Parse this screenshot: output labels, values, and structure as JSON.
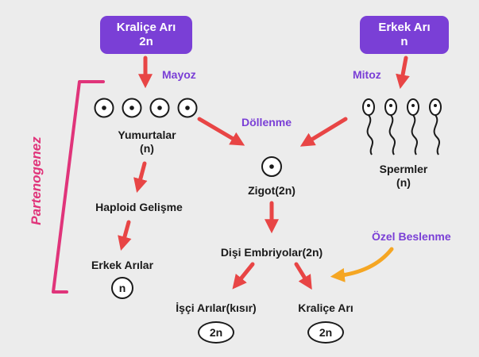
{
  "top_boxes": {
    "queen": {
      "title": "Kraliçe Arı",
      "ploidy": "2n"
    },
    "drone": {
      "title": "Erkek Arı",
      "ploidy": "n"
    }
  },
  "processes": {
    "meiosis": "Mayoz",
    "mitosis": "Mitoz",
    "fertilization": "Döllenme"
  },
  "nodes": {
    "eggs": {
      "label": "Yumurtalar",
      "ploidy": "(n)"
    },
    "sperm": {
      "label": "Spermler",
      "ploidy": "(n)"
    },
    "zygote": {
      "label": "Zigot(2n)"
    },
    "haploid": {
      "label": "Haploid Gelişme"
    },
    "male_bees": {
      "label": "Erkek Arılar",
      "badge": "n"
    },
    "female_embryos": {
      "label": "Dişi Embriyolar(2n)"
    },
    "worker_bees": {
      "label": "İşçi Arılar(kısır)",
      "badge": "2n"
    },
    "queen_bee": {
      "label": "Kraliçe Arı",
      "badge": "2n"
    }
  },
  "special_feeding": "Özel Beslenme",
  "parthenogenesis": "Partenogenez",
  "colors": {
    "box": "#7a3fd6",
    "process": "#7a3fd6",
    "arrow": "#e84545",
    "feeding_arrow": "#f5a623",
    "bracket": "#e0347a",
    "text": "#1a1a1a",
    "background": "#ececec"
  }
}
